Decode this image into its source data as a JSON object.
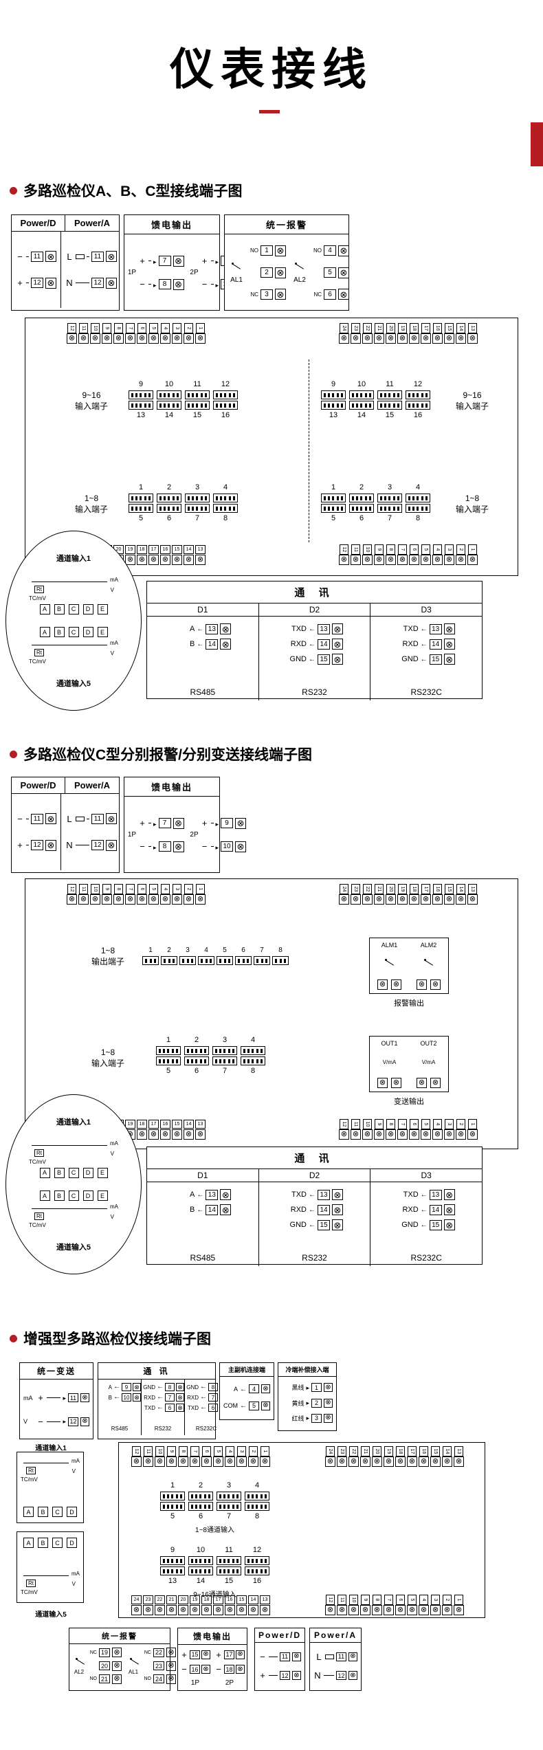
{
  "page": {
    "title": "仪表接线",
    "accent": "#b51d22"
  },
  "headings": {
    "s1": "多路巡检仪A、B、C型接线端子图",
    "s2": "多路巡检仪C型分别报警/分别变送接线端子图",
    "s3": "增强型多路巡检仪接线端子图"
  },
  "power": {
    "d_title": "Power/D",
    "a_title": "Power/A",
    "d1_sign": "−",
    "d1_num": "11",
    "d2_sign": "+",
    "d2_num": "12",
    "a1_sign": "L",
    "a1_num": "11",
    "a2_sign": "N",
    "a2_num": "12"
  },
  "feed": {
    "title": "馈电输出",
    "g1_label": "1P",
    "g1_r1_sign": "+",
    "g1_r1_num": "7",
    "g1_r2_sign": "−",
    "g1_r2_num": "8",
    "g2_label": "2P",
    "g2_r1_sign": "+",
    "g2_r1_num": "9",
    "g2_r2_sign": "−",
    "g2_r2_num": "10"
  },
  "alarm": {
    "title": "统一报警",
    "g1_label": "AL1",
    "g1_rows": [
      {
        "c": "NO",
        "n": "1"
      },
      {
        "c": "",
        "n": "2"
      },
      {
        "c": "NC",
        "n": "3"
      }
    ],
    "g2_label": "AL2",
    "g2_rows": [
      {
        "c": "NO",
        "n": "4"
      },
      {
        "c": "",
        "n": "5"
      },
      {
        "c": "NC",
        "n": "6"
      }
    ]
  },
  "comm": {
    "title": "通 讯",
    "d1": {
      "header": "D1",
      "std": "RS485",
      "rows": [
        {
          "sig": "A",
          "num": "13"
        },
        {
          "sig": "B",
          "num": "14"
        }
      ]
    },
    "d2": {
      "header": "D2",
      "std": "RS232",
      "rows": [
        {
          "sig": "TXD",
          "num": "13"
        },
        {
          "sig": "RXD",
          "num": "14"
        },
        {
          "sig": "GND",
          "num": "15"
        }
      ]
    },
    "d3": {
      "header": "D3",
      "std": "RS232C",
      "rows": [
        {
          "sig": "TXD",
          "num": "13"
        },
        {
          "sig": "RXD",
          "num": "14"
        },
        {
          "sig": "GND",
          "num": "15"
        }
      ]
    }
  },
  "strips": {
    "top_left": [
      "12",
      "11",
      "10",
      "9",
      "8",
      "7",
      "6",
      "5",
      "4",
      "3",
      "2",
      "1"
    ],
    "top_right": [
      "24",
      "23",
      "22",
      "21",
      "20",
      "19",
      "18",
      "17",
      "16",
      "15",
      "14",
      "13"
    ],
    "bottom_left": [
      "24",
      "23",
      "22",
      "21",
      "20",
      "19",
      "18",
      "17",
      "16",
      "15",
      "14",
      "13"
    ],
    "bottom_right": [
      "12",
      "11",
      "10",
      "9",
      "8",
      "7",
      "6",
      "5",
      "4",
      "3",
      "2",
      "1"
    ]
  },
  "board1": {
    "in916_label1": "9~16",
    "in916_label2": "输入端子",
    "in916_top": [
      "9",
      "10",
      "11",
      "12"
    ],
    "in916_bottom": [
      "13",
      "14",
      "15",
      "16"
    ],
    "in18_label1": "1~8",
    "in18_label2": "输入端子",
    "in18_top": [
      "1",
      "2",
      "3",
      "4"
    ],
    "in18_bottom": [
      "5",
      "6",
      "7",
      "8"
    ]
  },
  "channel": {
    "label1": "通道输入1",
    "label5": "通道输入5",
    "terminals": [
      "A",
      "B",
      "C",
      "D",
      "E"
    ],
    "rt": "Rt",
    "tc": "TC/mV",
    "v": "V",
    "ma": "mA"
  },
  "board2": {
    "out_label1": "1~8",
    "out_label2": "输出端子",
    "out_nums": [
      "1",
      "2",
      "3",
      "4",
      "5",
      "6",
      "7",
      "8"
    ],
    "alm1": "ALM1",
    "alm2": "ALM2",
    "alm_caption": "报警输出",
    "out1": "OUT1",
    "out2": "OUT2",
    "vma": "V/mA",
    "out_caption": "变送输出",
    "in_label1": "1~8",
    "in_label2": "输入端子",
    "in_top": [
      "1",
      "2",
      "3",
      "4"
    ],
    "in_bottom": [
      "5",
      "6",
      "7",
      "8"
    ]
  },
  "s3": {
    "trans": {
      "title": "统一变送",
      "r1_left": "mA",
      "r1_sign": "+",
      "r1_num": "11",
      "r2_left": "V",
      "r2_sign": "−",
      "r2_num": "12"
    },
    "comm": {
      "title": "通 讯",
      "c1": {
        "std": "RS485",
        "rows": [
          {
            "sig": "A",
            "num": "9"
          },
          {
            "sig": "B",
            "num": "10"
          }
        ]
      },
      "c2": {
        "std": "RS232",
        "rows": [
          {
            "sig": "GND",
            "num": "8"
          },
          {
            "sig": "RXD",
            "num": "7"
          },
          {
            "sig": "TXD",
            "num": "6"
          }
        ]
      },
      "c3": {
        "std": "RS232C",
        "rows": [
          {
            "sig": "GND",
            "num": "8"
          },
          {
            "sig": "RXD",
            "num": "7"
          },
          {
            "sig": "TXD",
            "num": "6"
          }
        ]
      }
    },
    "master": {
      "title": "主副机连接端",
      "rows": [
        {
          "sig": "A",
          "num": "4"
        },
        {
          "sig": "COM",
          "num": "5"
        }
      ]
    },
    "cold": {
      "title": "冷端补偿接入端",
      "rows": [
        {
          "sig": "黑线",
          "num": "1"
        },
        {
          "sig": "黄线",
          "num": "2"
        },
        {
          "sig": "红线",
          "num": "3"
        }
      ]
    },
    "ch_label1": "通道输入1",
    "ch_label5": "通道输入5",
    "ch_terminals": [
      "A",
      "B",
      "C",
      "D"
    ],
    "b18": {
      "caption": "1~8通道输入",
      "top": [
        "1",
        "2",
        "3",
        "4"
      ],
      "bottom": [
        "5",
        "6",
        "7",
        "8"
      ]
    },
    "b916": {
      "caption": "9~16通道输入",
      "top": [
        "9",
        "10",
        "11",
        "12"
      ],
      "bottom": [
        "13",
        "14",
        "15",
        "16"
      ]
    },
    "alarm": {
      "title": "统一报警",
      "g1_label": "AL2",
      "g1_rows": [
        {
          "c": "NC",
          "n": "19"
        },
        {
          "c": "",
          "n": "20"
        },
        {
          "c": "NO",
          "n": "21"
        }
      ],
      "g2_label": "AL1",
      "g2_rows": [
        {
          "c": "NC",
          "n": "22"
        },
        {
          "c": "",
          "n": "23"
        },
        {
          "c": "NO",
          "n": "24"
        }
      ]
    },
    "feed": {
      "title": "馈电输出",
      "g1_label": "1P",
      "g1_r1_sign": "+",
      "g1_r1_num": "15",
      "g1_r2_sign": "−",
      "g1_r2_num": "16",
      "g2_label": "2P",
      "g2_r1_sign": "+",
      "g2_r1_num": "17",
      "g2_r2_sign": "−",
      "g2_r2_num": "18"
    }
  }
}
